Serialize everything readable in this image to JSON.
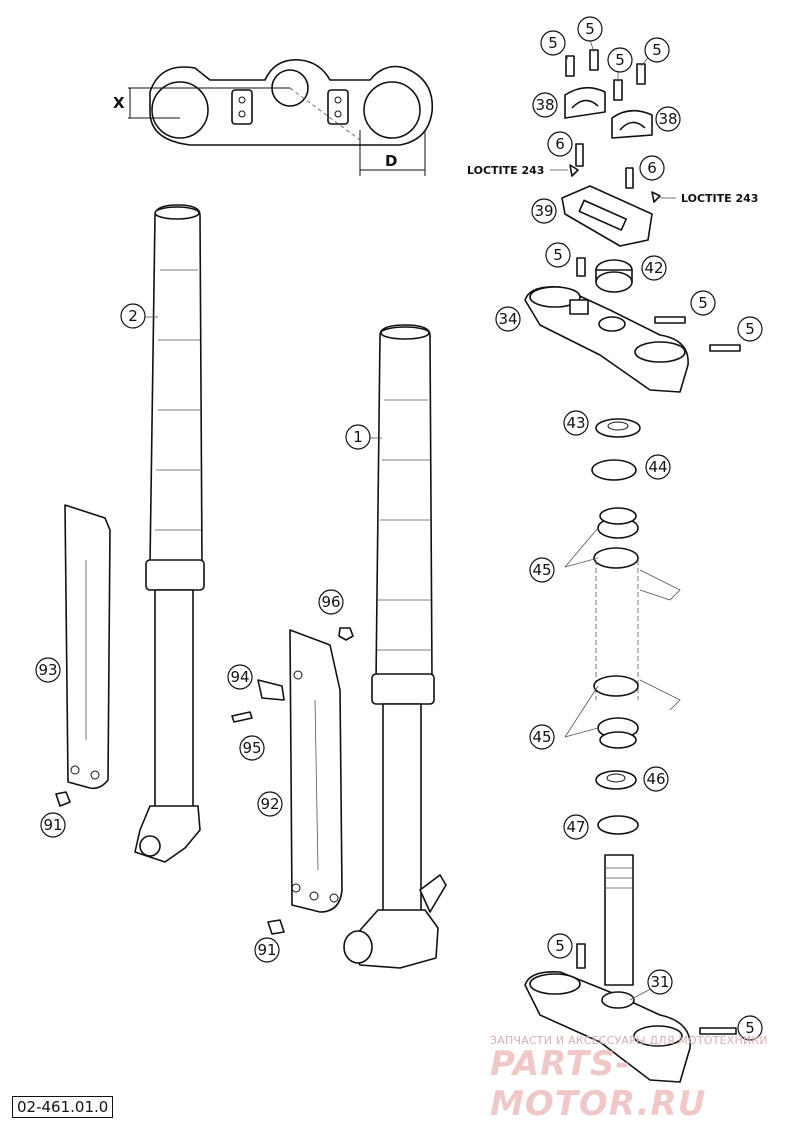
{
  "document_code": "02-461.01.0",
  "watermark": {
    "small": "ЗАПЧАСТИ И АКСЕССУАРЫ ДЛЯ МОТОТЕХНИКИ",
    "big": "PARTS-MOTOR.RU"
  },
  "dimensions": {
    "x": "X",
    "d": "D"
  },
  "notes": {
    "loctite_left": "LOCTITE 243",
    "loctite_right": "LOCTITE 243"
  },
  "callouts": {
    "c5a": "5",
    "c5b": "5",
    "c5c": "5",
    "c5d": "5",
    "c38a": "38",
    "c38b": "38",
    "c6a": "6",
    "c6b": "6",
    "c39": "39",
    "c5e": "5",
    "c42": "42",
    "c34": "34",
    "c5f": "5",
    "c5g": "5",
    "c43": "43",
    "c44": "44",
    "c45a": "45",
    "c45b": "45",
    "c46": "46",
    "c47": "47",
    "c5h": "5",
    "c31": "31",
    "c5i": "5",
    "c2": "2",
    "c1": "1",
    "c93": "93",
    "c91a": "91",
    "c96": "96",
    "c94": "94",
    "c95": "95",
    "c92": "92",
    "c91b": "91"
  }
}
